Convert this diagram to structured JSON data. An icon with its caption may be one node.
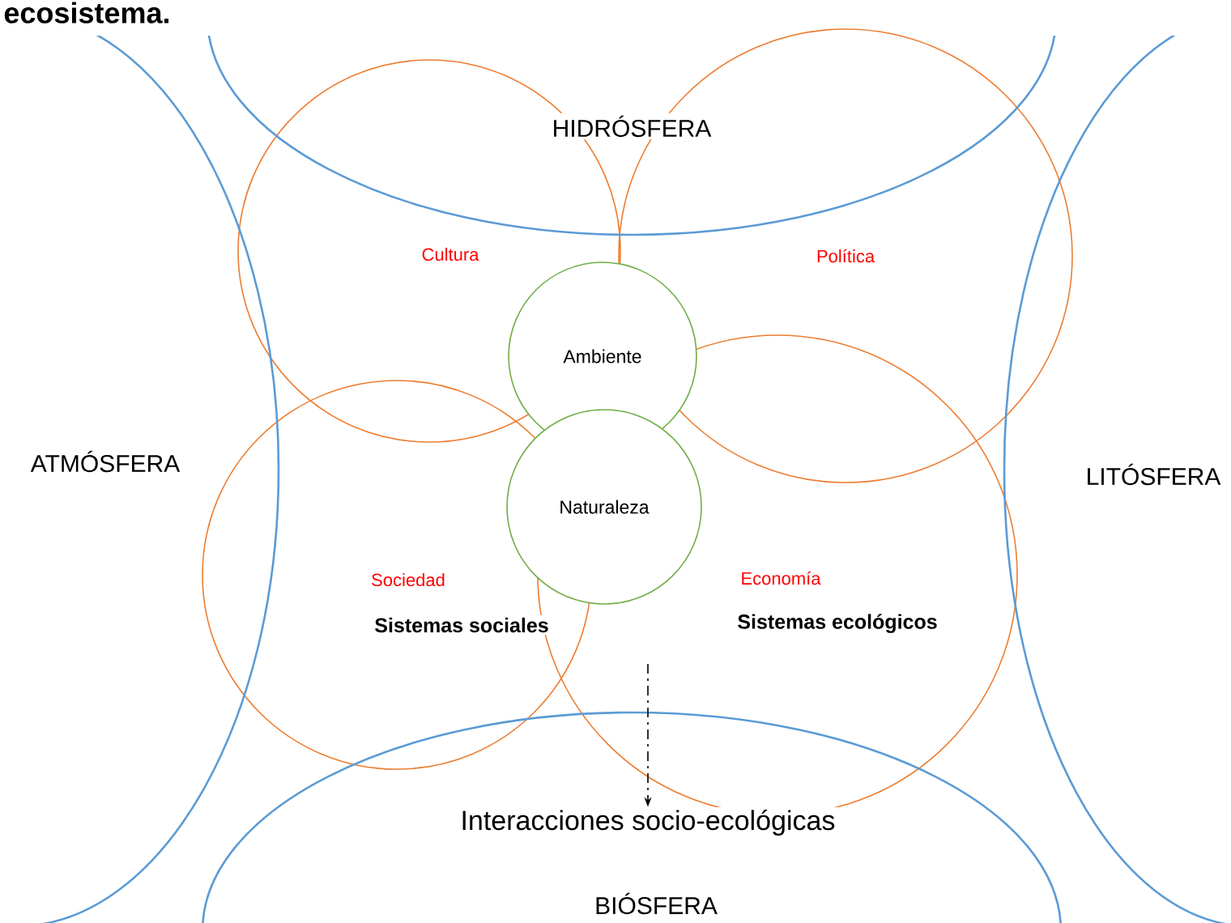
{
  "diagram": {
    "title": "ecosistema.",
    "nodes": [
      {
        "text": [
          "HIDRÓSFERA"
        ]
      },
      {
        "text": [
          "ATMÓSFERA"
        ]
      },
      {
        "text": [
          "LITÓSFERA"
        ]
      },
      {
        "text": [
          "BIÓSFERA"
        ]
      },
      {
        "text": [
          "Cultura"
        ]
      },
      {
        "text": [
          "Política"
        ]
      },
      {
        "text": [
          "Sociedad",
          "Sistemas sociales"
        ]
      },
      {
        "text": [
          "Economía",
          "Sistemas ecológicos"
        ]
      },
      {
        "text": [
          "Ambiente"
        ]
      },
      {
        "text": [
          "Naturaleza"
        ]
      },
      {
        "text": [
          "Interacciones socio-ecológicas"
        ],
        "in": 3
      }
    ],
    "edges": [
      {
        "from": 7,
        "to": 10,
        "arrow": "to",
        "style": "dashed"
      }
    ]
  }
}
